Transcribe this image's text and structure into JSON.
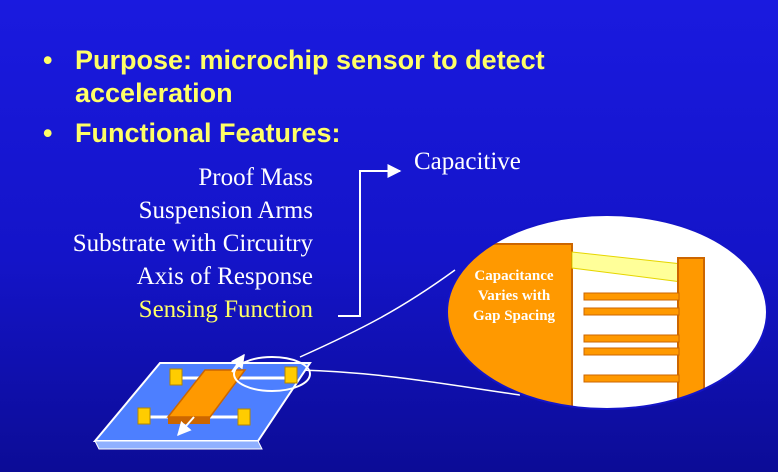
{
  "bullets": [
    {
      "marker": "•",
      "text": "Purpose:  microchip sensor to detect acceleration"
    },
    {
      "marker": "•",
      "text": "Functional Features:"
    }
  ],
  "features": [
    "Proof Mass",
    "Suspension Arms",
    "Substrate with Circuitry",
    "Axis of Response",
    "Sensing Function"
  ],
  "sensing_type": "Capacitive",
  "zoom_callout": {
    "lines": [
      "Capacitance",
      "Varies with",
      "Gap Spacing"
    ]
  },
  "colors": {
    "background": "#1a1adf",
    "bullet_text": "#ffff66",
    "feature_text": "#ffffff",
    "highlight_text": "#ffff66",
    "chip_orange": "#ff9900",
    "substrate_blue": "#4d7fff",
    "pad_yellow": "#ffcc00"
  }
}
